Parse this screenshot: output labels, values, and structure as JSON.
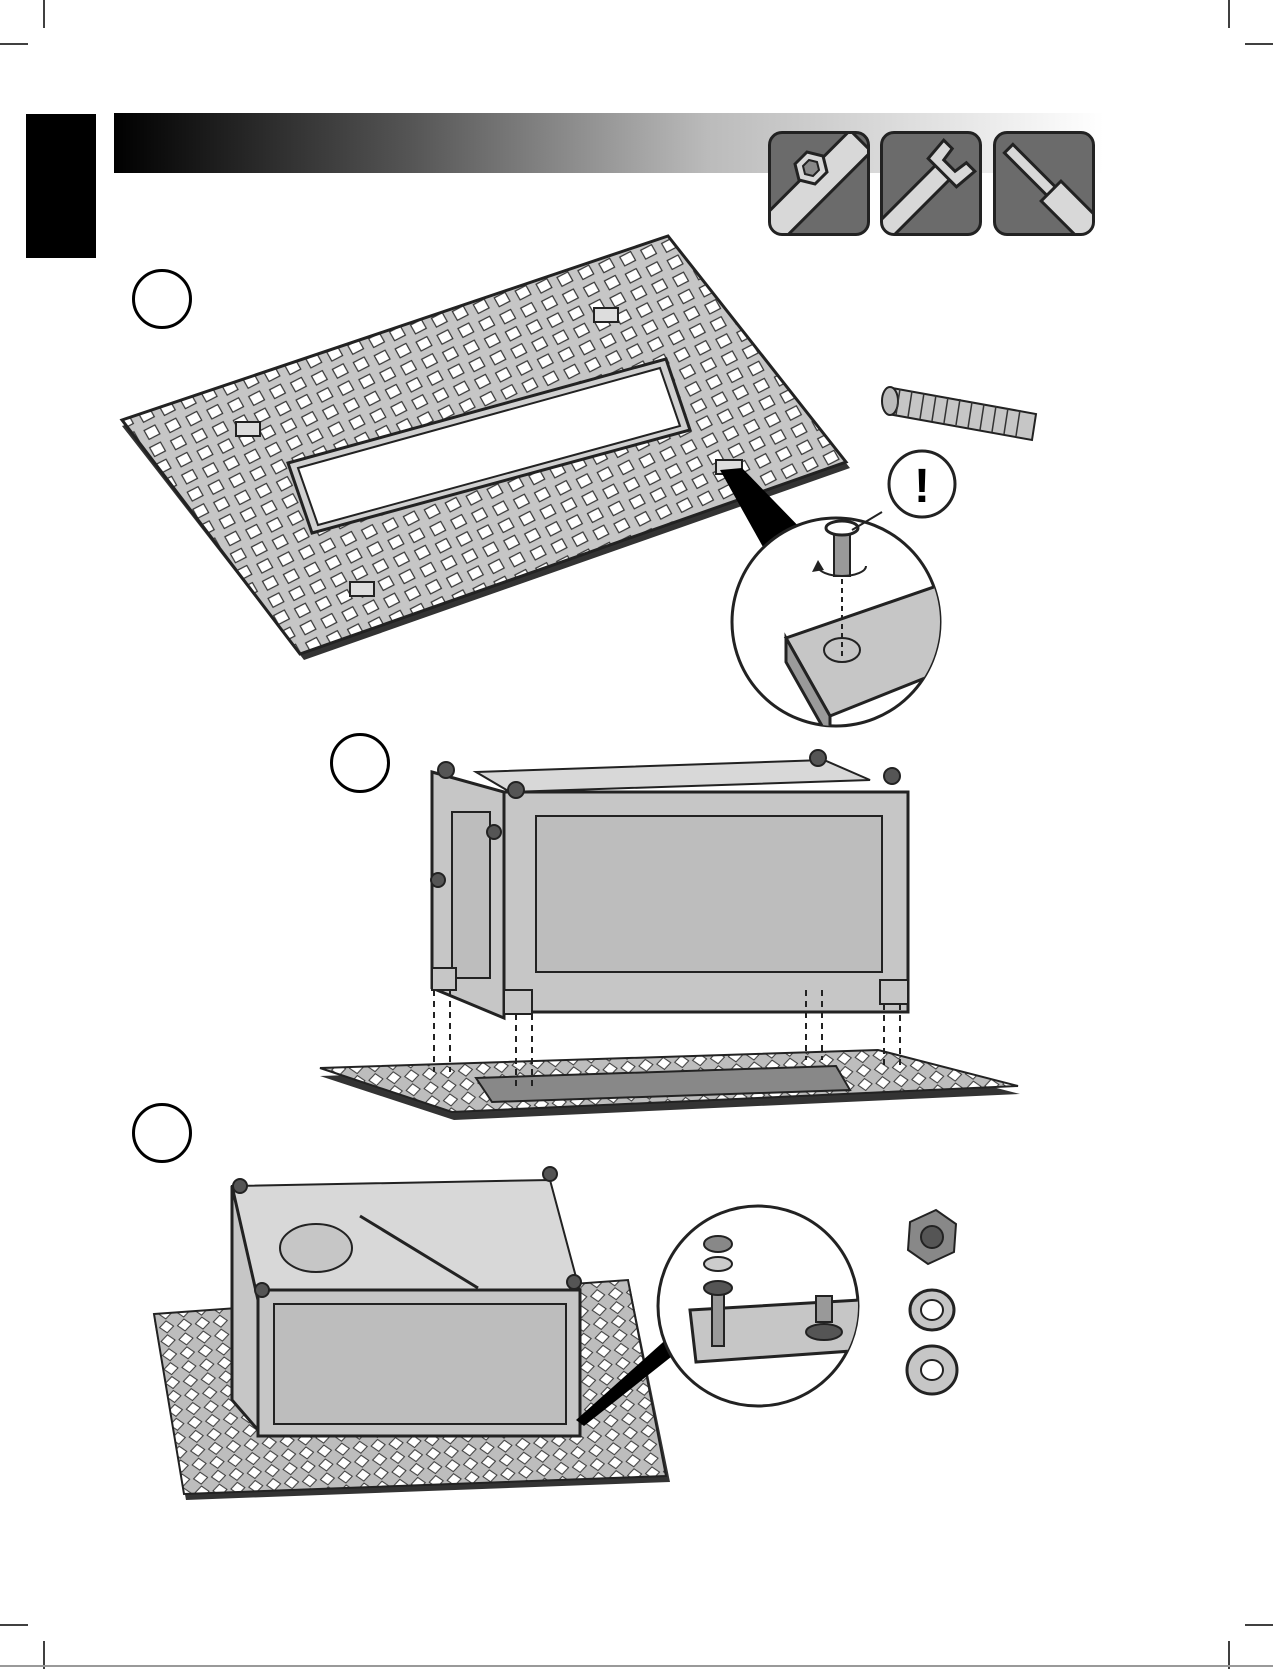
{
  "header": {
    "bar_gradient": [
      "#000000",
      "#ffffff"
    ],
    "lang_tab_color": "#000000"
  },
  "tools": [
    {
      "name": "hex-key-icon"
    },
    {
      "name": "wrench-icon"
    },
    {
      "name": "screwdriver-icon"
    }
  ],
  "steps": [
    {
      "name": "step-1-marker"
    },
    {
      "name": "step-2-marker"
    },
    {
      "name": "step-3-marker"
    }
  ],
  "callouts": {
    "warning_symbol": "!"
  },
  "colors": {
    "panel_gray": "#c6c6c6",
    "dark_gray": "#555555",
    "tool_gray": "#6b6b6b"
  }
}
